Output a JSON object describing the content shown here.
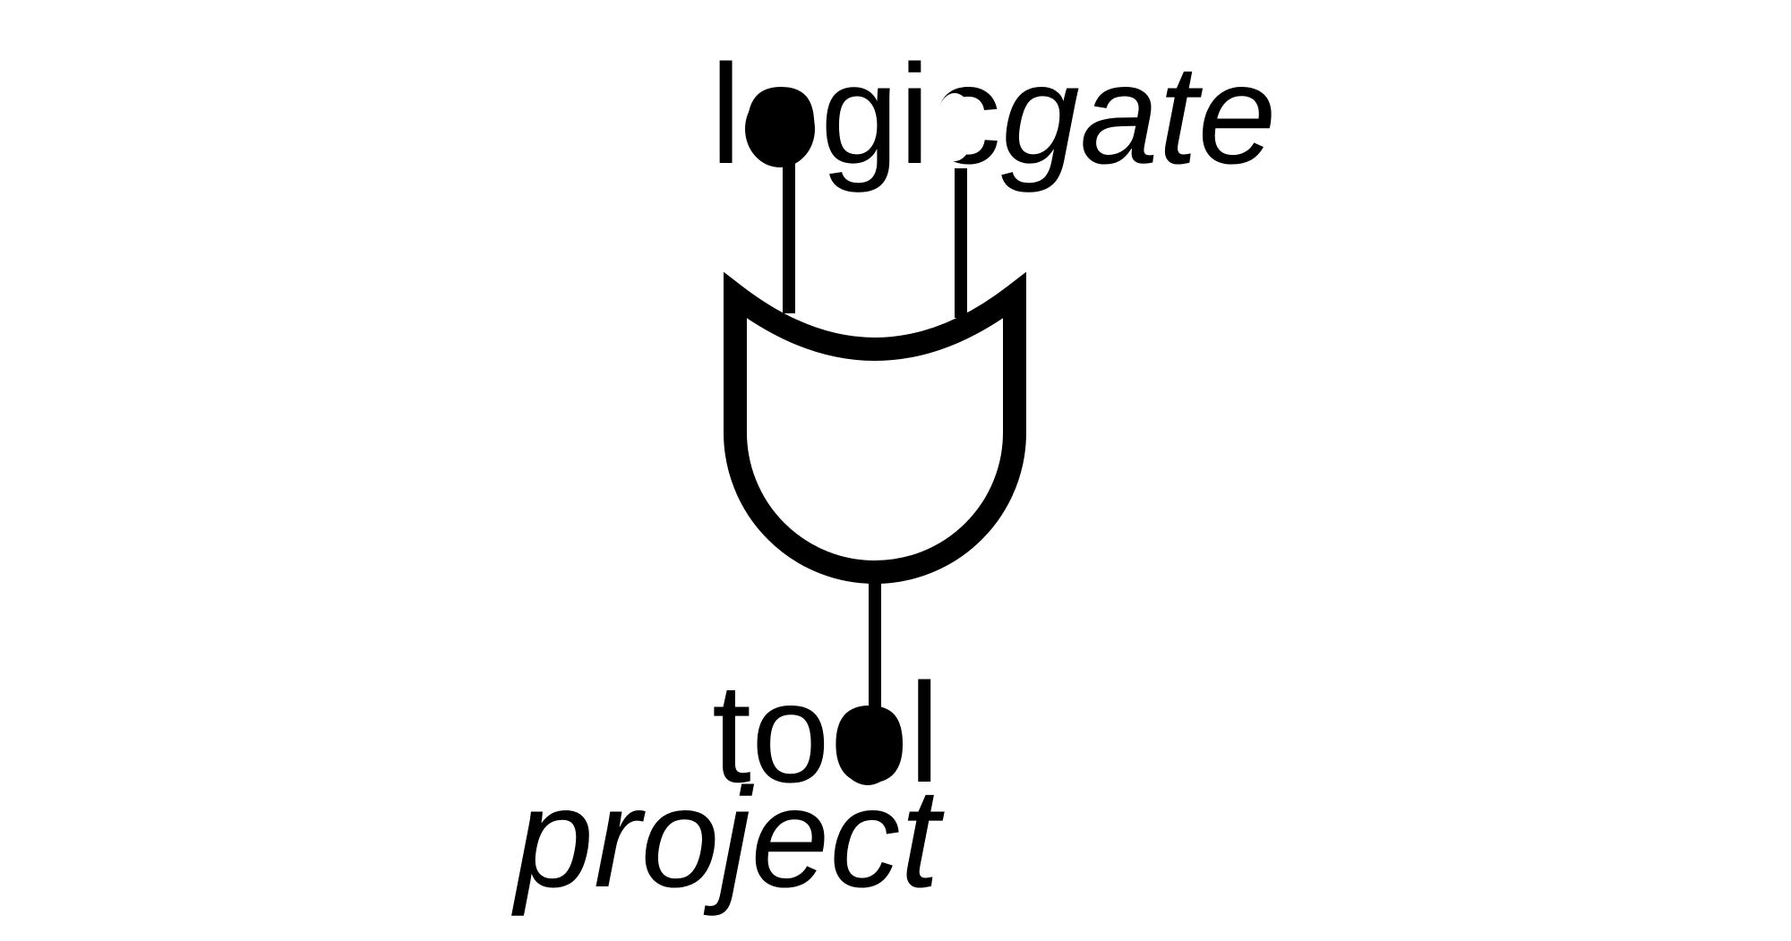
{
  "logo": {
    "top_word_upright": "logic",
    "top_word_italic": "gate",
    "bottom_word_upright": "tool",
    "bottom_word_italic": "project",
    "ink_color": "#000000",
    "background_color": "#ffffff",
    "symbol": "or-gate-icon"
  }
}
